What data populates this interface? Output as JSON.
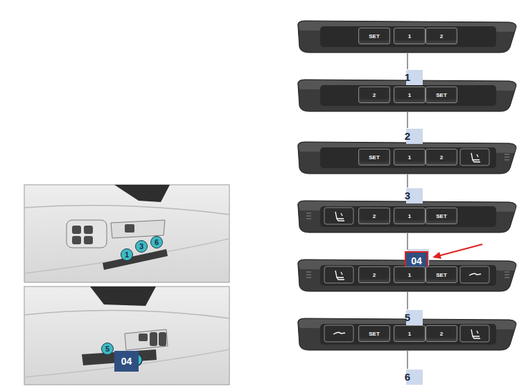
{
  "diagram": {
    "nodes": [
      {
        "text": [
          "SET"
        ]
      },
      {
        "text": [
          "1"
        ]
      },
      {
        "text": [
          "2"
        ]
      },
      {
        "text": [
          "2"
        ]
      },
      {
        "text": [
          "1"
        ]
      },
      {
        "text": [
          "SET"
        ]
      },
      {
        "text": [
          "SET"
        ]
      },
      {
        "text": [
          "1"
        ]
      },
      {
        "text": [
          "2"
        ]
      },
      {
        "text": [
          "2"
        ]
      },
      {
        "text": [
          "1"
        ]
      },
      {
        "text": [
          "SET"
        ]
      },
      {
        "text": [
          "04"
        ]
      },
      {
        "text": [
          "2"
        ]
      },
      {
        "text": [
          "1"
        ]
      },
      {
        "text": [
          "SET"
        ]
      },
      {
        "text": [
          "SET"
        ]
      },
      {
        "text": [
          "1"
        ]
      },
      {
        "text": [
          "2"
        ]
      },
      {
        "text": [
          "1"
        ]
      },
      {
        "text": [
          "3"
        ]
      },
      {
        "text": [
          "6"
        ]
      },
      {
        "text": [
          "5"
        ]
      },
      {
        "text": [
          "04"
        ]
      }
    ],
    "labels": [
      "1",
      "2",
      "3",
      "5",
      "6"
    ]
  }
}
